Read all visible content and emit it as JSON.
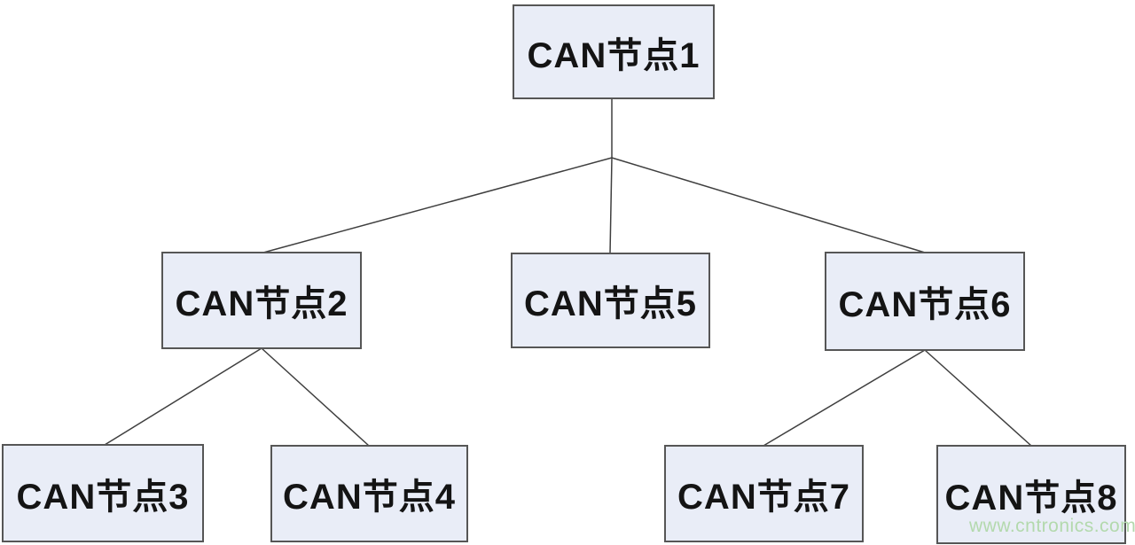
{
  "diagram": {
    "type": "tree",
    "nodes": [
      {
        "id": 1,
        "label": "CAN节点1"
      },
      {
        "id": 2,
        "label": "CAN节点2"
      },
      {
        "id": 3,
        "label": "CAN节点3"
      },
      {
        "id": 4,
        "label": "CAN节点4"
      },
      {
        "id": 5,
        "label": "CAN节点5"
      },
      {
        "id": 6,
        "label": "CAN节点6"
      },
      {
        "id": 7,
        "label": "CAN节点7"
      },
      {
        "id": 8,
        "label": "CAN节点8"
      }
    ],
    "edges": [
      {
        "from": 1,
        "to": 2
      },
      {
        "from": 1,
        "to": 5
      },
      {
        "from": 1,
        "to": 6
      },
      {
        "from": 2,
        "to": 3
      },
      {
        "from": 2,
        "to": 4
      },
      {
        "from": 6,
        "to": 7
      },
      {
        "from": 6,
        "to": 8
      }
    ],
    "colors": {
      "box_fill": "#e9edf7",
      "box_border": "#565656",
      "line": "#3f3f3f",
      "text": "#141414",
      "watermark": "#b3d9ad",
      "background": "#ffffff"
    },
    "watermark": "www.cntronics.com"
  }
}
